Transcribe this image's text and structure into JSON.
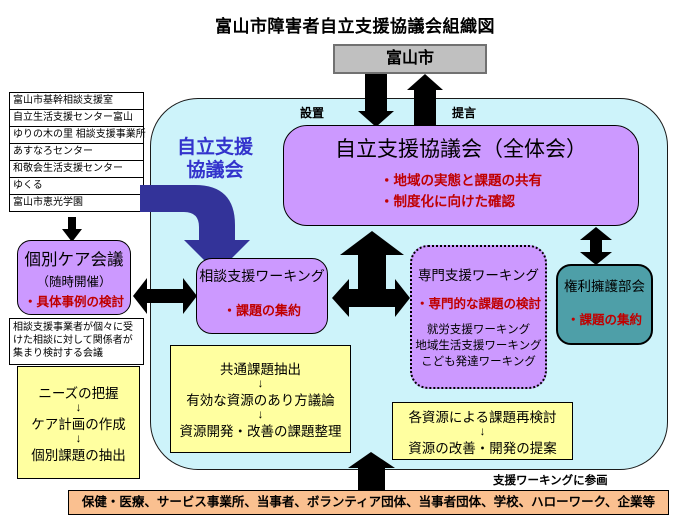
{
  "title": "富山市障害者自立支援協議会組織図",
  "colors": {
    "container_cyan": "#cdf3fa",
    "box_purple": "#cc99ff",
    "box_teal": "#4e9fa8",
    "box_yellow": "#ffffa0",
    "bar_orange": "#fac090",
    "box_gray": "#c0c0c0",
    "arrow_navy": "#333399",
    "arrow_black": "#000000",
    "text_red": "#c00000",
    "text_blue": "#3333cc"
  },
  "top": {
    "city_box": "富山市",
    "setup_label": "設置",
    "proposal_label": "提言"
  },
  "council_label": {
    "line1": "自立支援",
    "line2": "協議会"
  },
  "plenary": {
    "title": "自立支援協議会（全体会）",
    "bullets": [
      "・地域の実態と課題の共有",
      "・制度化に向けた確認"
    ]
  },
  "support_offices": [
    "富山市基幹相談支援室",
    "自立生活支援センター富山",
    "ゆりの木の里 相談支援事業所",
    "あすなろセンター",
    "和敬会生活支援センター",
    "ゆくる",
    "富山市恵光学園"
  ],
  "individual_care": {
    "title": "個別ケア会議",
    "subtitle": "（随時開催）",
    "bullet": "・具体事例の検討"
  },
  "care_note": "相談支援事業者が個々に受けた相談に対して関係者が集まり検討する会議",
  "needs_box": {
    "items": [
      "ニーズの把握",
      "ケア計画の作成",
      "個別課題の抽出"
    ],
    "arrow": "↓"
  },
  "consult_working": {
    "title": "相談支援ワーキング",
    "bullet": "・課題の集約"
  },
  "special_working": {
    "title": "専門支援ワーキング",
    "bullet": "・専門的な課題の検討",
    "subgroups": [
      "就労支援ワーキング",
      "地域生活支援ワーキング",
      "こども発達ワーキング"
    ]
  },
  "rights_committee": {
    "title": "権利擁護部会",
    "bullet": "・課題の集約"
  },
  "common_issues_box": {
    "items": [
      "共通課題抽出",
      "有効な資源のあり方議論",
      "資源開発・改善の課題整理"
    ],
    "arrow": "↓"
  },
  "resources_box": {
    "items": [
      "各資源による課題再検討",
      "資源の改善・開発の提案"
    ],
    "arrow": "↓"
  },
  "participation_label": "支援ワーキングに参画",
  "bottom_bar": "保健・医療、サービス事業所、当事者、ボランティア団体、当事者団体、学校、ハローワーク、企業等"
}
